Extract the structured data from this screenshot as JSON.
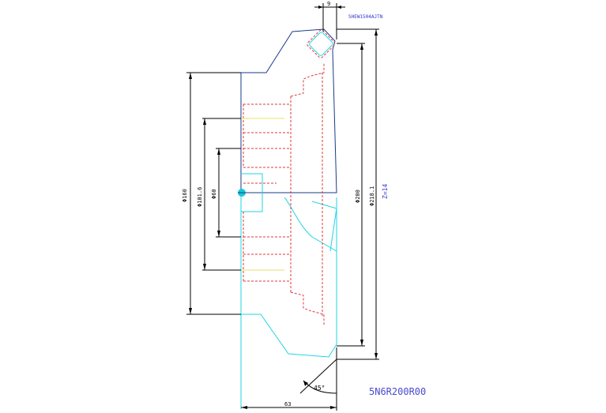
{
  "drawing": {
    "code": "SHEW1504AJTN",
    "part_number": "5N6R200R00",
    "dimensions": {
      "top_width": "9",
      "bottom_width": "63",
      "angle": "45°",
      "dia_160": "Φ160",
      "dia_101_6": "Φ101.6",
      "dia_60": "Φ60",
      "dia_200": "Φ200",
      "dia_218_1": "Φ218.1",
      "teeth": "Z=14"
    }
  }
}
